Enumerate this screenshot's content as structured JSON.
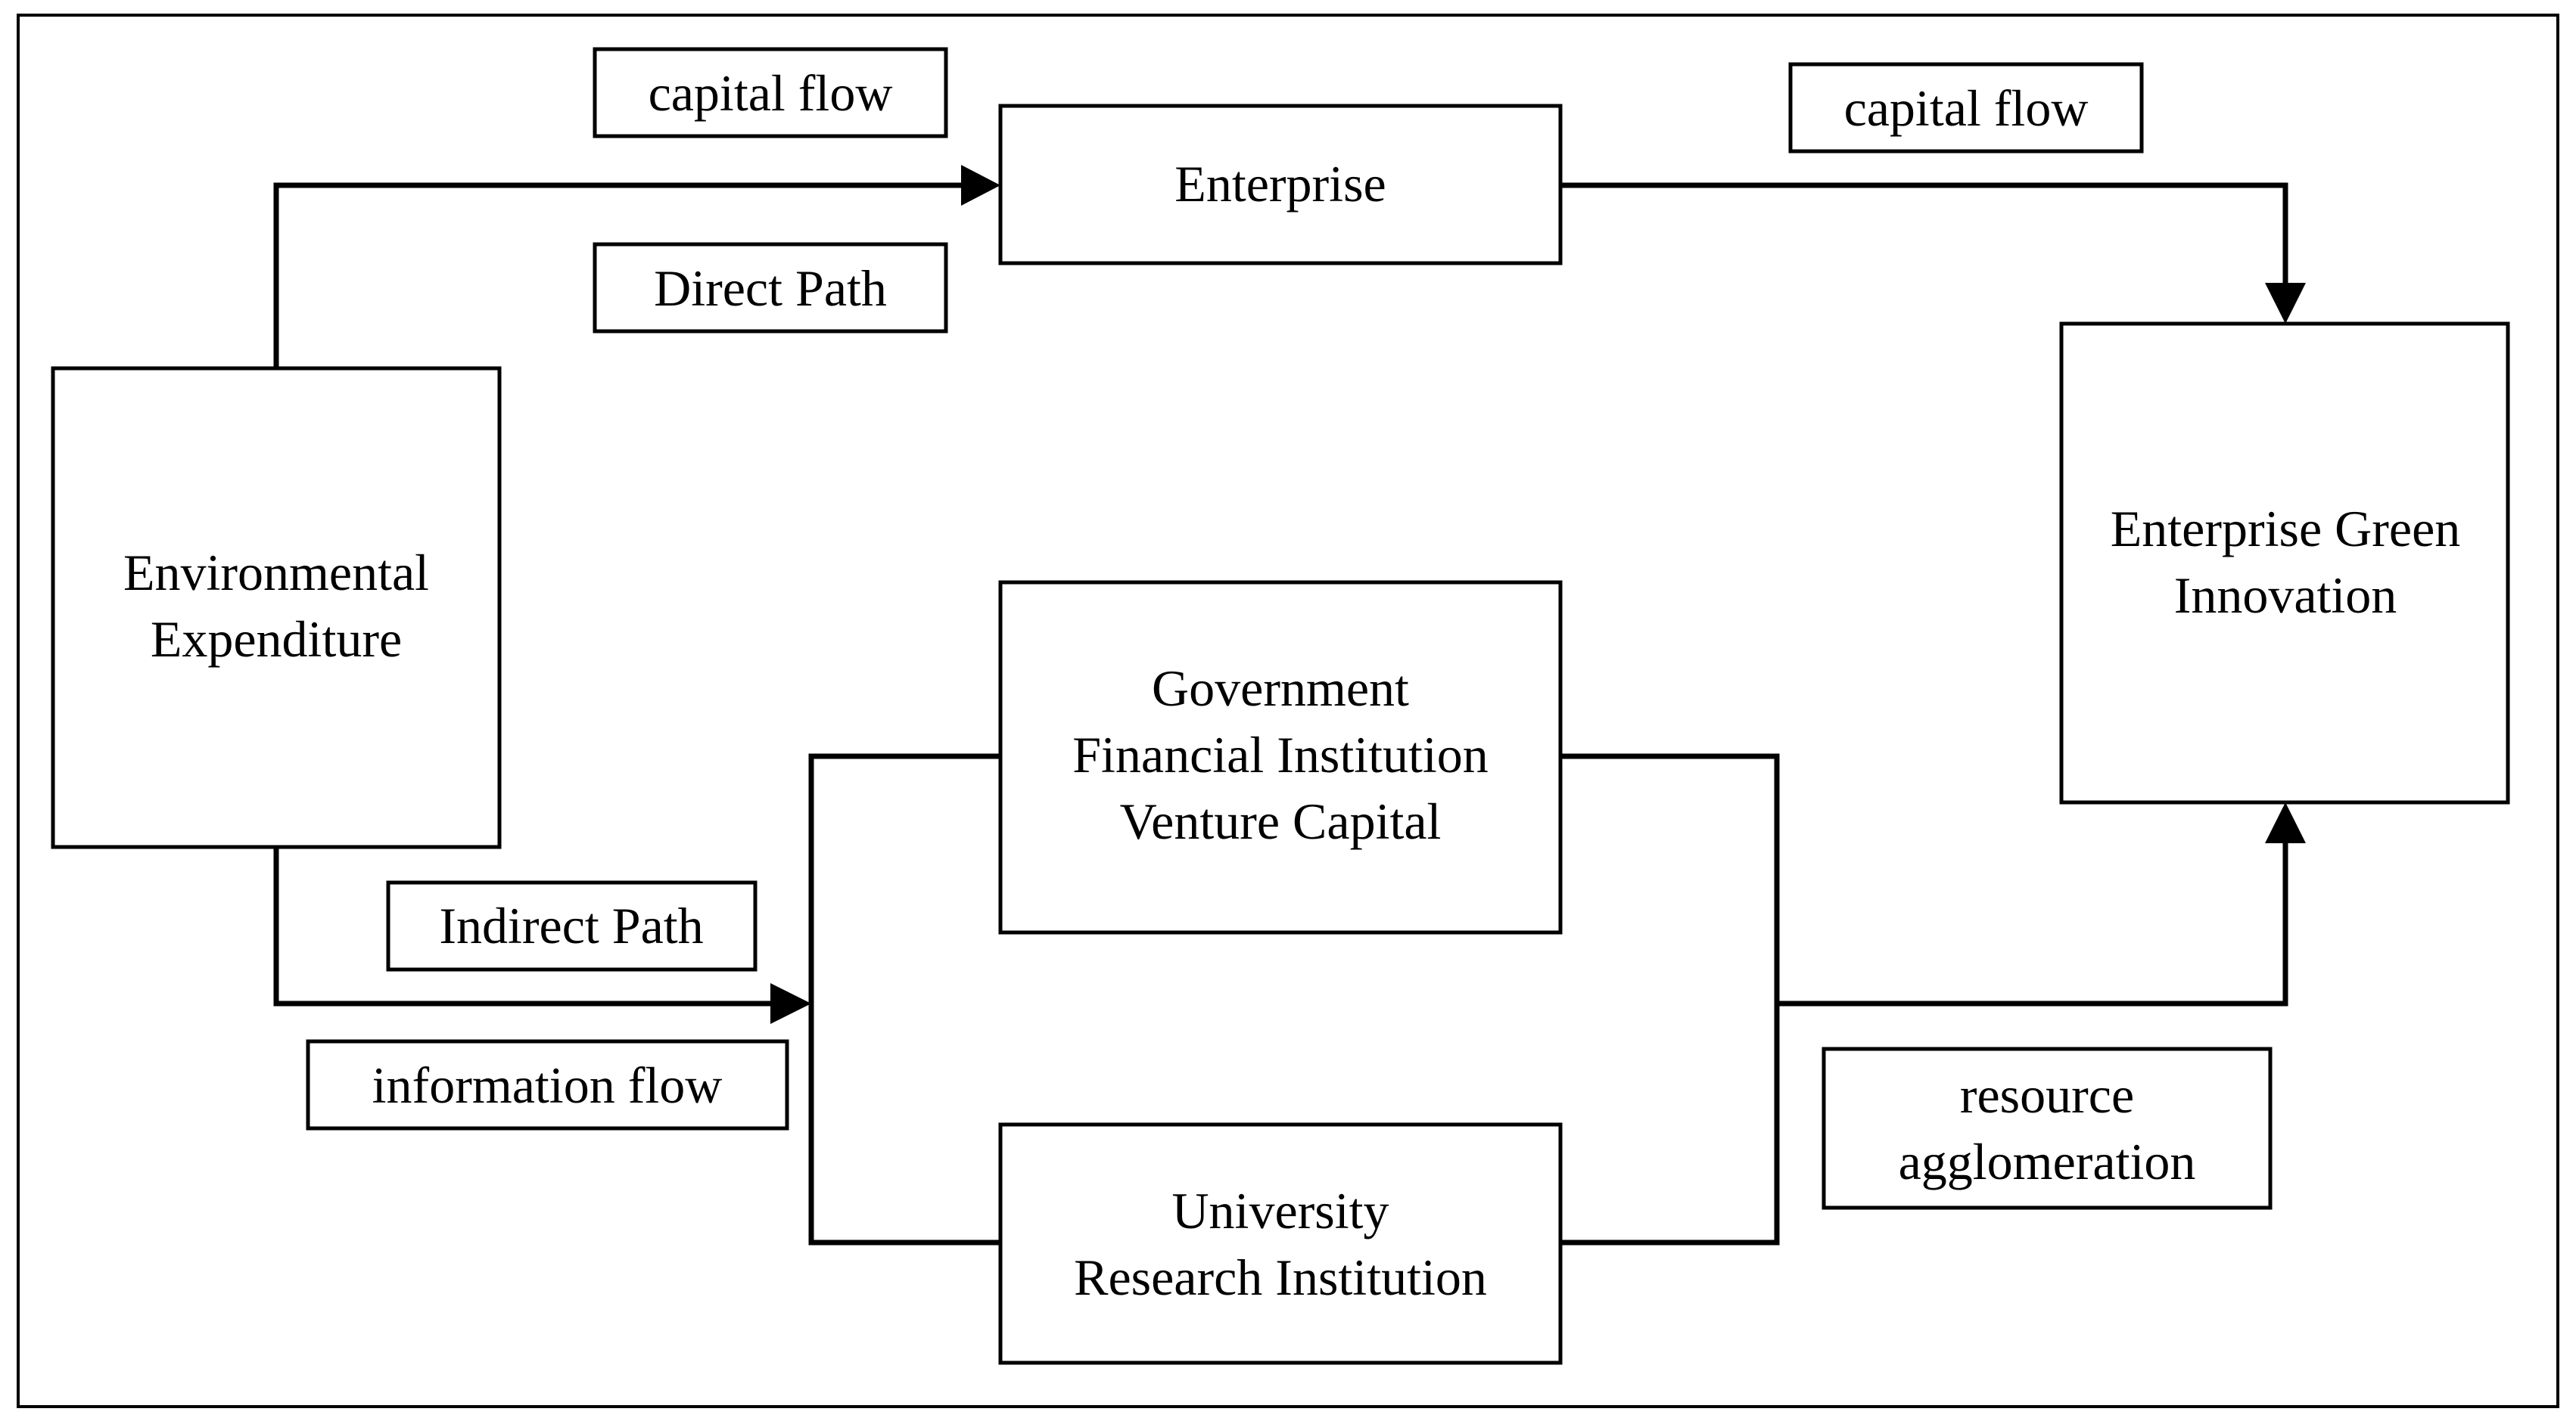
{
  "nodes": {
    "environmental_expenditure": {
      "line1": "Environmental",
      "line2": "Expenditure"
    },
    "enterprise": {
      "text": "Enterprise"
    },
    "enterprise_green_innovation": {
      "line1": "Enterprise Green",
      "line2": "Innovation"
    },
    "intermediaries": {
      "line1": "Government",
      "line2": "Financial Institution",
      "line3": "Venture Capital"
    },
    "university": {
      "line1": "University",
      "line2": "Research Institution"
    }
  },
  "labels": {
    "capital_flow_left": "capital flow",
    "direct_path": "Direct Path",
    "capital_flow_right": "capital flow",
    "indirect_path": "Indirect Path",
    "information_flow": "information flow",
    "resource_agglomeration_line1": "resource",
    "resource_agglomeration_line2": "agglomeration"
  }
}
